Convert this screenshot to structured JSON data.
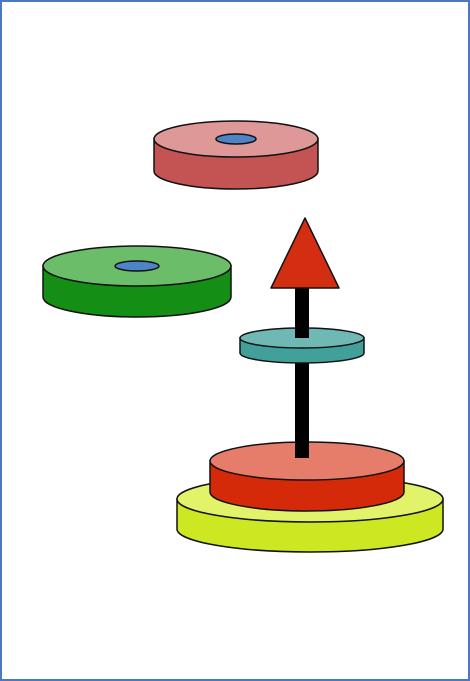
{
  "diagram": {
    "border_color": "#4a78c2",
    "stroke_color": "#111111",
    "arrow": {
      "shaft_color": "#000000",
      "head_color": "#d42e12",
      "direction": "up"
    },
    "rings": [
      {
        "name": "floating-red-ring",
        "top_color": "#df9898",
        "side_color": "#c45454",
        "has_hole": true,
        "hole_color": "#4d84c7"
      },
      {
        "name": "floating-green-ring",
        "top_color": "#6cbd6a",
        "side_color": "#148e14",
        "has_hole": true,
        "hole_color": "#4d84c7"
      },
      {
        "name": "teal-disk",
        "top_color": "#70b8b3",
        "side_color": "#42a09b",
        "has_hole": false
      },
      {
        "name": "coral-disk",
        "top_color": "#e67d6b",
        "side_color": "#d52a0a",
        "has_hole": false
      },
      {
        "name": "lime-disk",
        "top_color": "#e2f36a",
        "side_color": "#cde723",
        "has_hole": false
      }
    ]
  }
}
